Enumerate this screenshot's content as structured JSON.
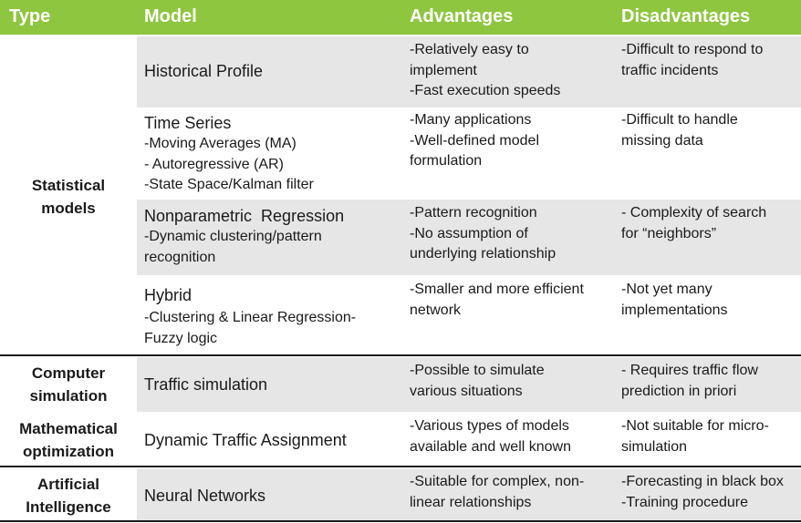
{
  "headers": [
    "Type",
    "Model",
    "Advantages",
    "Disadvantages"
  ],
  "groups": [
    {
      "type": "Statistical\nmodels"
    },
    {
      "type": "Computer\nsimulation"
    },
    {
      "type": "Mathematical\noptimization"
    },
    {
      "type": "Artificial\nIntelligence"
    }
  ],
  "rows": [
    {
      "model": "Historical Profile",
      "details": [],
      "advantages": [
        "-Relatively easy to",
        "implement",
        "-Fast execution speeds"
      ],
      "disadvantages": [
        "-Difficult to respond to",
        "traffic incidents"
      ]
    },
    {
      "model": "Time Series",
      "details": [
        "-Moving Averages (MA)",
        "- Autoregressive (AR)",
        "-State Space/Kalman filter"
      ],
      "advantages": [
        "-Many applications",
        "-Well-defined model",
        "formulation"
      ],
      "disadvantages": [
        "-Difficult to handle",
        "missing data"
      ]
    },
    {
      "model": "Nonparametric  Regression",
      "details": [
        "-Dynamic clustering/pattern",
        "recognition"
      ],
      "advantages": [
        "-Pattern recognition",
        "-No assumption of",
        "underlying relationship"
      ],
      "disadvantages": [
        "- Complexity of search",
        "for “neighbors”"
      ]
    },
    {
      "model": "Hybrid",
      "details": [
        "-Clustering & Linear Regression-",
        "Fuzzy logic"
      ],
      "advantages": [
        "-Smaller and more efficient",
        "network"
      ],
      "disadvantages": [
        "-Not yet many",
        "implementations"
      ]
    },
    {
      "model": "Traffic simulation",
      "details": [],
      "advantages": [
        "-Possible to simulate",
        "various situations"
      ],
      "disadvantages": [
        "- Requires traffic flow",
        "prediction in priori"
      ]
    },
    {
      "model": "Dynamic Traffic Assignment",
      "details": [],
      "advantages": [
        "-Various types of models",
        "available and well known"
      ],
      "disadvantages": [
        "-Not suitable for micro-",
        "simulation"
      ]
    },
    {
      "model": "Neural Networks",
      "details": [],
      "advantages": [
        "-Suitable for complex, non-",
        "linear relationships"
      ],
      "disadvantages": [
        "-Forecasting in black box",
        "-Training procedure"
      ]
    }
  ],
  "colors": {
    "header_bg": "#8ec63f",
    "header_text": "#ffffff",
    "band_grey": "#e6e6e6",
    "rule": "#1a1a1a"
  }
}
